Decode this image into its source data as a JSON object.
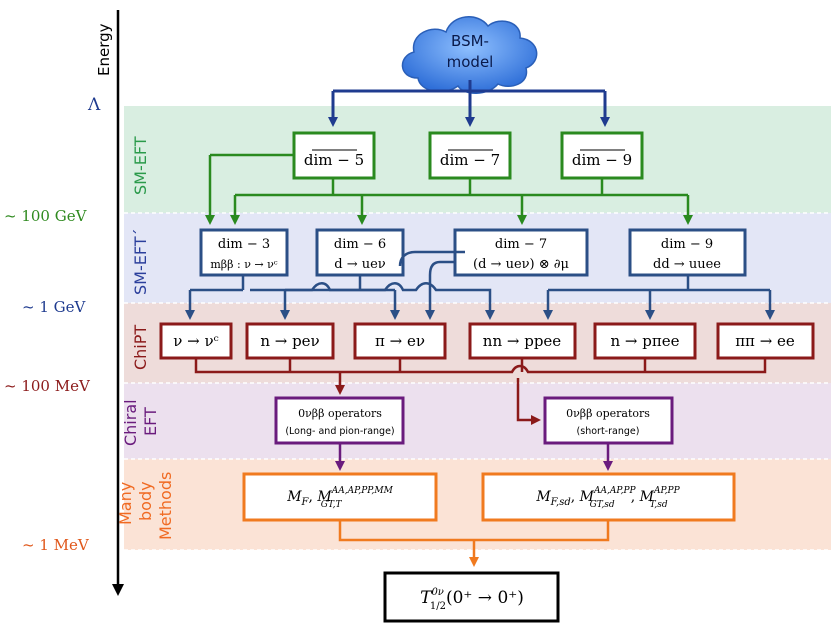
{
  "axis": {
    "label": "Energy",
    "scales": [
      {
        "text": "Λ",
        "color": "#1f3b8f"
      },
      {
        "text": "~ 100 GeV",
        "color": "#2f8a1f"
      },
      {
        "text": "~ 1 GeV",
        "color": "#1f3b8f"
      },
      {
        "text": "~ 100 MeV",
        "color": "#8b1a1a"
      },
      {
        "text": "~ 1 MeV",
        "color": "#e0571a"
      }
    ]
  },
  "bands": [
    {
      "label": "SM-EFT",
      "color": "#2a9a4a",
      "fill": "#d9eee1"
    },
    {
      "label": "SM-EFT´",
      "color": "#2b3f9c",
      "fill": "#e3e6f6"
    },
    {
      "label": "ChiPT",
      "color": "#8b1a1a",
      "fill": "#eedcda"
    },
    {
      "label_line1": "Chiral",
      "label_line2": "EFT",
      "color": "#6a1b7d",
      "fill": "#ece0ee"
    },
    {
      "label_line1": "Many",
      "label_line2": "body",
      "label_line3": "Methods",
      "color": "#f06a22",
      "fill": "#fbe3d6"
    }
  ],
  "cloud": {
    "line1": "BSM-",
    "line2": "model",
    "fill": "#3f86e8"
  },
  "smeft_boxes": [
    "dim − 5",
    "dim − 7",
    "dim − 9"
  ],
  "smeft_prime_boxes": [
    {
      "top": "dim − 3",
      "bottom": "mββ : ν → νᶜ"
    },
    {
      "top": "dim − 6",
      "bottom": "d → ueν"
    },
    {
      "top": "dim − 7",
      "bottom": "(d → ueν) ⊗ ∂μ"
    },
    {
      "top": "dim − 9",
      "bottom": "dd → uuee"
    }
  ],
  "chipt_boxes": [
    "ν → νᶜ",
    "n → peν",
    "π → eν",
    "nn → ppee",
    "n → pπee",
    "ππ → ee"
  ],
  "chiral_boxes": [
    {
      "title": "0νββ  operators",
      "subtitle": "(Long- and pion-range)"
    },
    {
      "title": "0νββ  operators",
      "subtitle": "(short-range)"
    }
  ],
  "manybody_boxes": [
    "M_F , M_GT,T^AA,AP,PP,MM",
    "M_F,sd , M_GT,sd^AA,AP,PP , M_T,sd^AP,PP"
  ],
  "result": "T_1/2^0ν (0⁺ → 0⁺)",
  "colors": {
    "blue": "#1f3b8f",
    "green": "#2a8a1f",
    "box_blue": "#2b4f86",
    "red": "#8b1a1a",
    "purple": "#6a1b7d",
    "orange": "#f07a1f"
  }
}
